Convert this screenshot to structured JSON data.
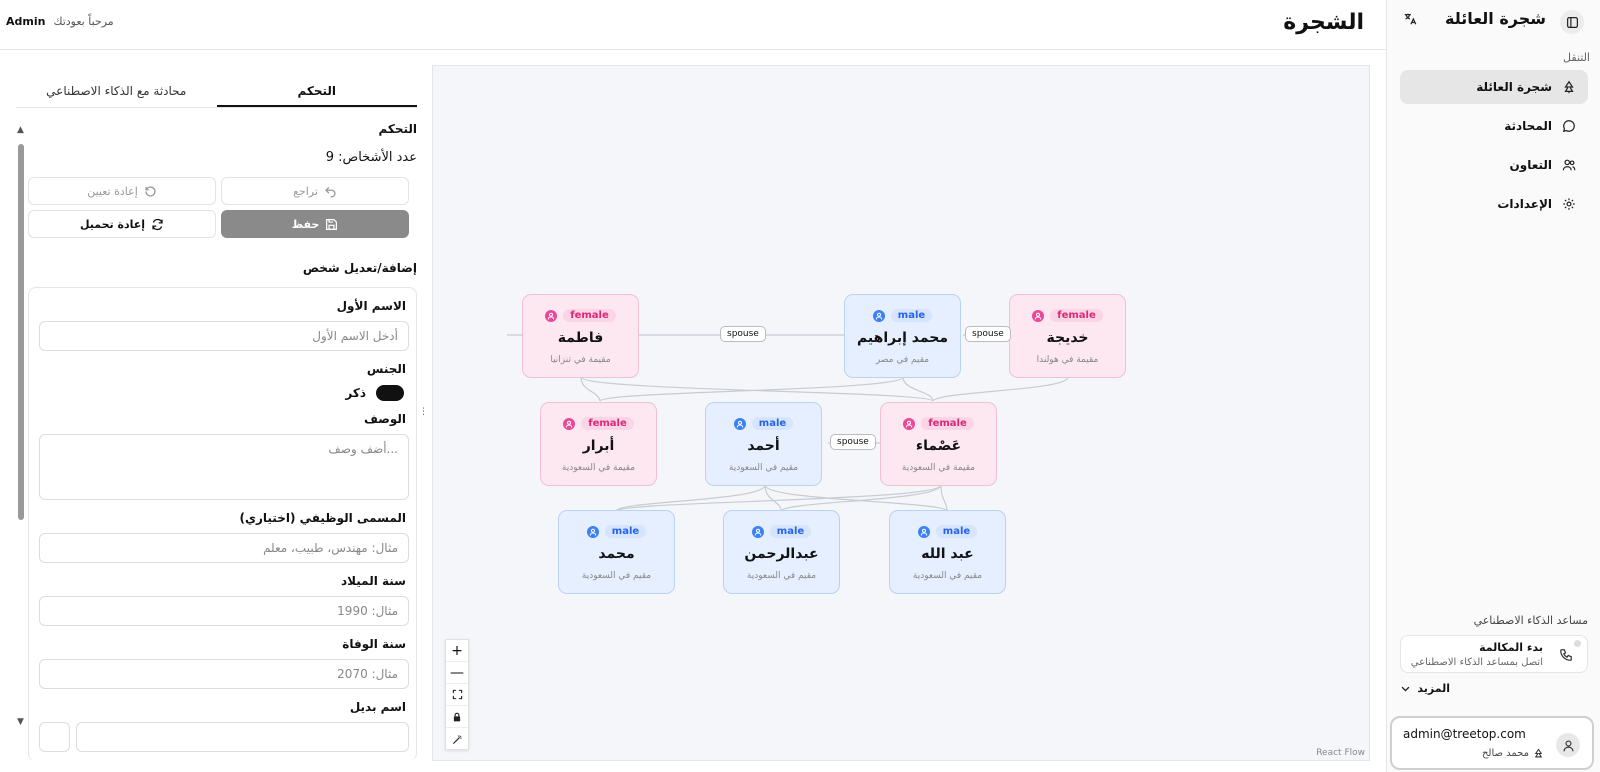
{
  "sidebar": {
    "title": "شجرة العائلة",
    "section_label": "التنقل",
    "items": [
      {
        "label": "شجرة العائلة"
      },
      {
        "label": "المحادثة"
      },
      {
        "label": "التعاون"
      },
      {
        "label": "الإعدادات"
      }
    ],
    "ai_label": "مساعد الذكاء الاصطناعي",
    "call_title": "بدء المكالمة",
    "call_subtitle": "اتصل بمساعد الذكاء الاصطناعي",
    "more_label": "المزيد",
    "user_email": "admin@treetop.com",
    "user_tree": "محمد صالح"
  },
  "header": {
    "title": "الشجرة",
    "welcome": "مرحباً بعودتك",
    "username": "Admin"
  },
  "panel": {
    "tabs": [
      {
        "label": "التحكم"
      },
      {
        "label": "محادثة مع الذكاء الاصطناعي"
      }
    ],
    "section_title": "التحكم",
    "count_label": "عدد الأشخاص: 9",
    "undo_label": "تراجع",
    "reset_label": "إعادة تعيين",
    "save_label": "حفظ",
    "reload_label": "إعادة تحميل",
    "form_title": "إضافة/تعديل شخص",
    "form": {
      "first_name_label": "الاسم الأول",
      "first_name_placeholder": "أدخل الاسم الأول",
      "gender_label": "الجنس",
      "gender_value": "ذكر",
      "desc_label": "الوصف",
      "desc_placeholder": "أضف وصف...",
      "job_label": "المسمى الوظيفي (اختياري)",
      "job_placeholder": "مثال: مهندس، طبيب، معلم",
      "birth_label": "سنة الميلاد",
      "birth_placeholder": "مثال: 1990",
      "death_label": "سنة الوفاة",
      "death_placeholder": "مثال: 2070",
      "alias_label": "اسم بديل"
    }
  },
  "tree": {
    "spouse_label": "spouse",
    "attribution": "React Flow",
    "nodes": [
      {
        "id": "fatima",
        "name": "فاطمة",
        "gender": "female",
        "location": "مقيمة في تنزانيا"
      },
      {
        "id": "mohammed_ibrahim",
        "name": "محمد إبراهيم",
        "gender": "male",
        "location": "مقيم في مصر"
      },
      {
        "id": "khadija",
        "name": "خديجة",
        "gender": "female",
        "location": "مقيمة في هولندا"
      },
      {
        "id": "abrar",
        "name": "أبرار",
        "gender": "female",
        "location": "مقيمة في السعودية"
      },
      {
        "id": "ahmed",
        "name": "أحمد",
        "gender": "male",
        "location": "مقيم في السعودية"
      },
      {
        "id": "asmaa",
        "name": "عَصْماء",
        "gender": "female",
        "location": "مقيمة في السعودية"
      },
      {
        "id": "mohammed",
        "name": "محمد",
        "gender": "male",
        "location": "مقيم في السعودية"
      },
      {
        "id": "abdulrahman",
        "name": "عبدالرحمن",
        "gender": "male",
        "location": "مقيم في السعودية"
      },
      {
        "id": "abdullah",
        "name": "عبد الله",
        "gender": "male",
        "location": "مقيم في السعودية"
      }
    ]
  },
  "colors": {
    "male_bg": "#e5efff",
    "female_bg": "#fde7f0",
    "male_accent": "#3b82f6",
    "female_accent": "#ec4899"
  }
}
